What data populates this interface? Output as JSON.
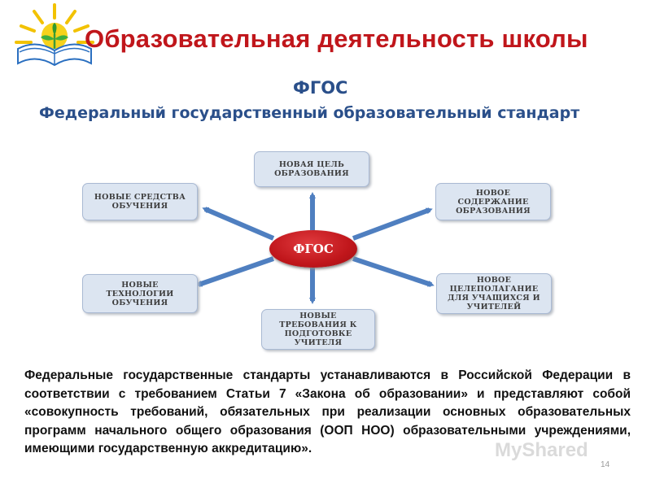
{
  "header": {
    "title": "Образовательная деятельность школы",
    "subtitle_abbr": "ФГОС",
    "subtitle_full": "Федеральный государственный образовательный стандарт"
  },
  "diagram": {
    "center": "ФГОС",
    "nodes": {
      "top": "Новая цель образования",
      "top_left": "Новые средства обучения",
      "top_right": "Новое содержание образования",
      "bottom_left": "Новые технологии обучения",
      "bottom": "Новые требования к подготовке учителя",
      "bottom_right": "Новое целеполагание для учащихся и учителей"
    }
  },
  "body": {
    "paragraph": "Федеральные государственные стандарты устанавливаются в Российской Федерации в соответствии с требованием Статьи 7 «Закона об образовании» и представляют собой «совокупность требований, обязательных при реализации основных образовательных программ начального общего образования (ООП НОО) образовательными учреждениями, имеющими государственную аккредитацию»."
  },
  "footer": {
    "watermark": "MyShared",
    "slide_number": "14"
  },
  "colors": {
    "title_red": "#c0161b",
    "subtitle_blue": "#2a4f8a",
    "arrow_blue": "#4f7fc0",
    "node_fill": "#dce5f1"
  }
}
